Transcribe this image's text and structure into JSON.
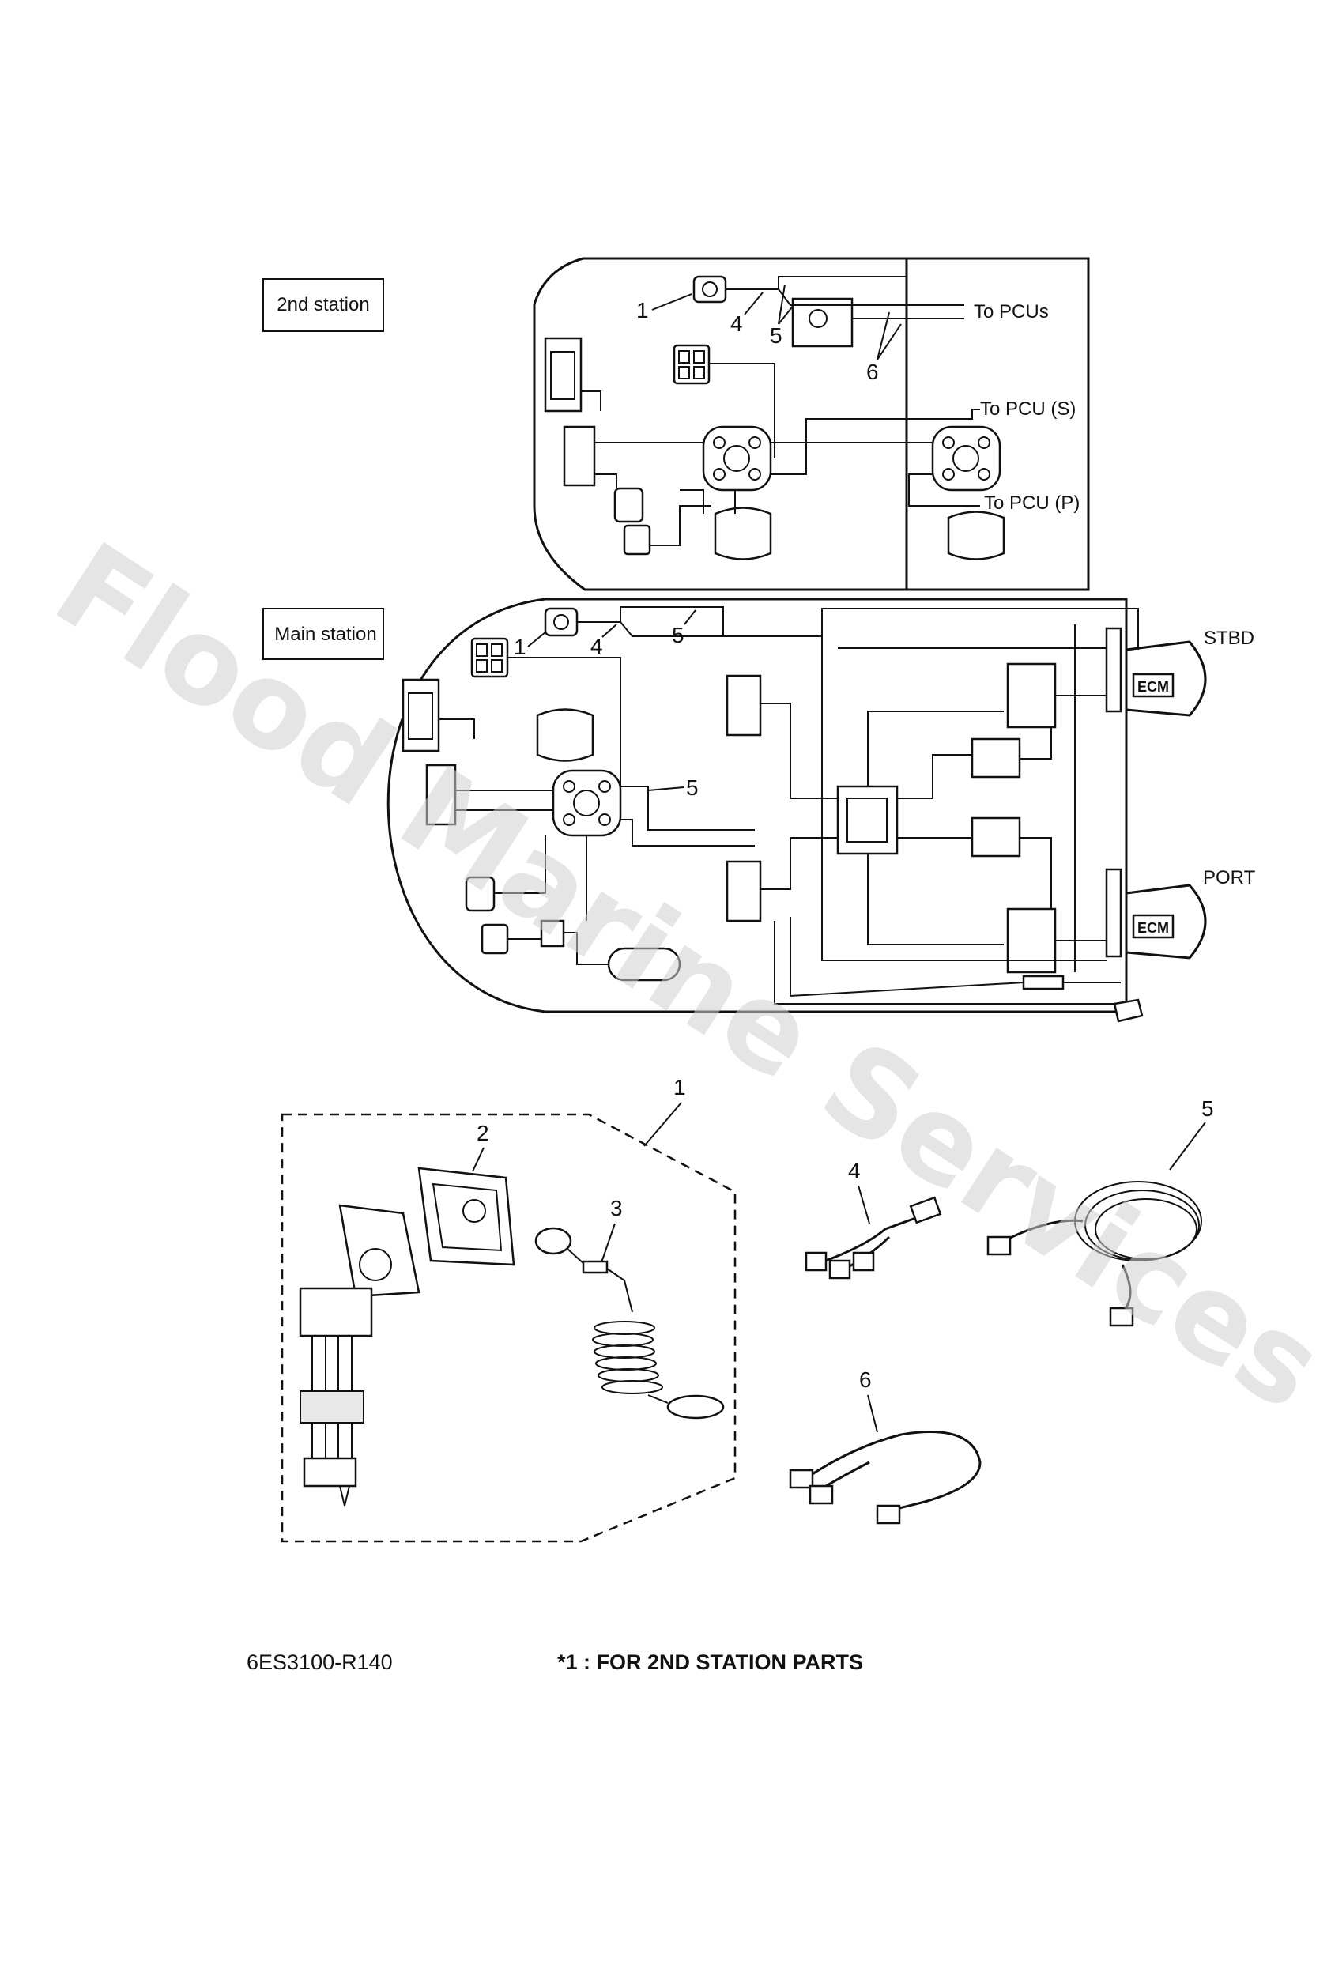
{
  "labels": {
    "second_station": "2nd station",
    "main_station": "Main station",
    "to_pcus": "To PCUs",
    "to_pcu_s": "To PCU (S)",
    "to_pcu_p": "To PCU (P)",
    "stbd": "STBD",
    "port": "PORT",
    "ecm": "ECM"
  },
  "callouts": [
    "1",
    "2",
    "3",
    "4",
    "5",
    "6"
  ],
  "footer": {
    "code": "6ES3100-R140",
    "note": "*1 : FOR 2ND STATION PARTS"
  },
  "watermark": "Flood Marine Services"
}
